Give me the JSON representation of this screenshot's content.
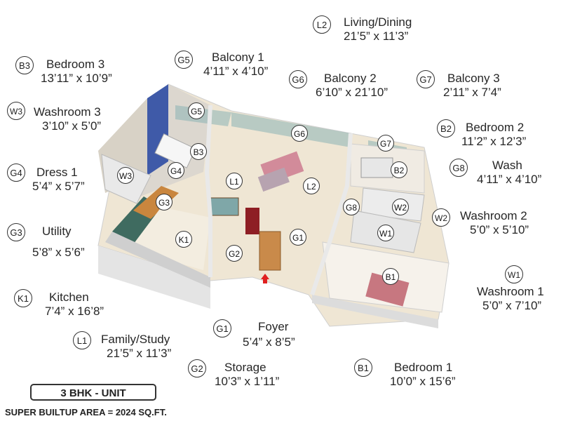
{
  "legend": [
    {
      "code": "L2",
      "name": "Living/Dining",
      "size": "21’5” x 11’3”"
    },
    {
      "code": "B3",
      "name": "Bedroom 3",
      "size": "13’11” x 10’9”"
    },
    {
      "code": "G5",
      "name": "Balcony 1",
      "size": "4’11” x 4’10”"
    },
    {
      "code": "G6",
      "name": "Balcony 2",
      "size": "6’10” x 21’10”"
    },
    {
      "code": "G7",
      "name": "Balcony 3",
      "size": "2’11” x 7’4”"
    },
    {
      "code": "W3",
      "name": "Washroom 3",
      "size": "3’10” x 5’0”"
    },
    {
      "code": "B2",
      "name": "Bedroom 2",
      "size": "11’2” x 12’3”"
    },
    {
      "code": "G8",
      "name": "Wash",
      "size": "4’11” x 4’10”"
    },
    {
      "code": "G4",
      "name": "Dress 1",
      "size": "5’4” x 5’7”"
    },
    {
      "code": "W2",
      "name": "Washroom 2",
      "size": "5’0” x 5’10”"
    },
    {
      "code": "G3",
      "name": "Utility",
      "size": "5’8” x 5’6”"
    },
    {
      "code": "W1",
      "name": "Washroom 1",
      "size": "5’0” x 7’10”"
    },
    {
      "code": "K1",
      "name": "Kitchen",
      "size": "7’4” x 16’8”"
    },
    {
      "code": "L1",
      "name": "Family/Study",
      "size": "21’5” x 11’3”"
    },
    {
      "code": "G1",
      "name": "Foyer",
      "size": "5’4” x 8’5”"
    },
    {
      "code": "G2",
      "name": "Storage",
      "size": "10’3” x 1’11”"
    },
    {
      "code": "B1",
      "name": "Bedroom 1",
      "size": "10’0” x 15’6”"
    }
  ],
  "plan_badges": [
    "G5",
    "B3",
    "G6",
    "G7",
    "B2",
    "W3",
    "G4",
    "L1",
    "L2",
    "G3",
    "G8",
    "W2",
    "K1",
    "W1",
    "G1",
    "G2",
    "B1"
  ],
  "unit_title": "3 BHK - UNIT",
  "area_text": "SUPER BUILTUP AREA = 2024 SQ.FT.",
  "colors": {
    "wall": "#f2f2f2",
    "floor": "#efe6d4",
    "accent_wall": "#3f5aa8",
    "kitchen_counter": "#3f6b60",
    "cabinet": "#c9863e",
    "entry_marker": "#e02020"
  }
}
